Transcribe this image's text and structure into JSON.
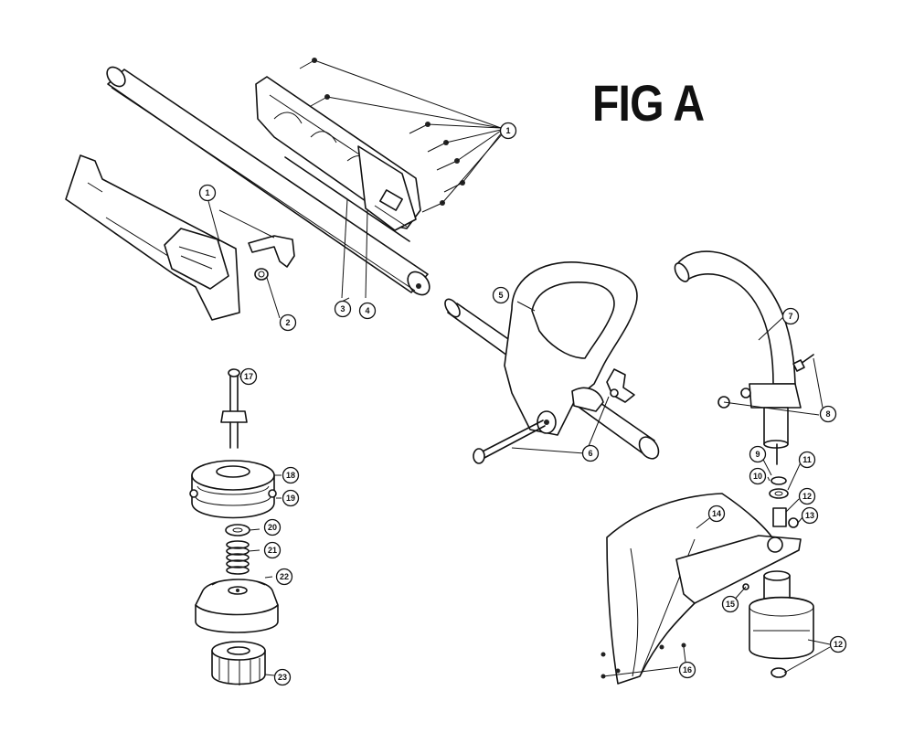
{
  "figure": {
    "title": "FIG A"
  },
  "callouts": [
    {
      "id": "c1a",
      "label": "1"
    },
    {
      "id": "c1b",
      "label": "1"
    },
    {
      "id": "c2",
      "label": "2"
    },
    {
      "id": "c3",
      "label": "3"
    },
    {
      "id": "c4",
      "label": "4"
    },
    {
      "id": "c5",
      "label": "5"
    },
    {
      "id": "c6",
      "label": "6"
    },
    {
      "id": "c7",
      "label": "7"
    },
    {
      "id": "c8",
      "label": "8"
    },
    {
      "id": "c9",
      "label": "9"
    },
    {
      "id": "c10",
      "label": "10"
    },
    {
      "id": "c11",
      "label": "11"
    },
    {
      "id": "c12a",
      "label": "12"
    },
    {
      "id": "c12b",
      "label": "12"
    },
    {
      "id": "c13",
      "label": "13"
    },
    {
      "id": "c14",
      "label": "14"
    },
    {
      "id": "c15",
      "label": "15"
    },
    {
      "id": "c16",
      "label": "16"
    },
    {
      "id": "c17",
      "label": "17"
    },
    {
      "id": "c18",
      "label": "18"
    },
    {
      "id": "c19",
      "label": "19"
    },
    {
      "id": "c20",
      "label": "20"
    },
    {
      "id": "c21",
      "label": "21"
    },
    {
      "id": "c22",
      "label": "22"
    },
    {
      "id": "c23",
      "label": "23"
    }
  ]
}
